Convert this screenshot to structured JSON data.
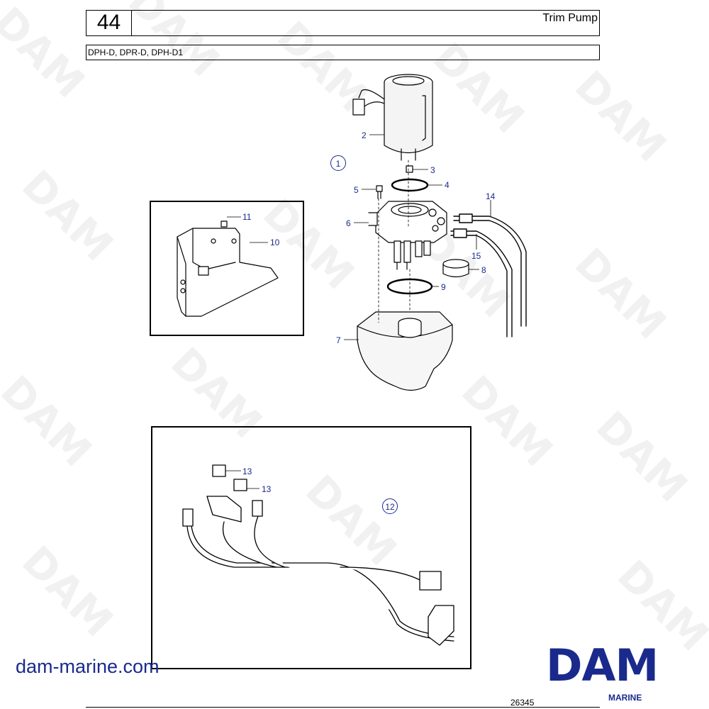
{
  "header": {
    "page_number": "44",
    "title": "Trim Pump",
    "models": "DPH-D, DPR-D, DPH-D1"
  },
  "callouts": {
    "c1": "1",
    "c2": "2",
    "c3": "3",
    "c4": "4",
    "c5": "5",
    "c6": "6",
    "c7": "7",
    "c8": "8",
    "c9": "9",
    "c10": "10",
    "c11": "11",
    "c12": "12",
    "c13a": "13",
    "c13b": "13",
    "c14": "14",
    "c15": "15"
  },
  "watermark": "DAM",
  "footer": {
    "url": "dam-marine.com",
    "brand": "DAM",
    "brand_sub": "MARINE",
    "figure_number": "26345"
  },
  "colors": {
    "callout": "#1a2a8c",
    "brand": "#1a2a8c"
  }
}
